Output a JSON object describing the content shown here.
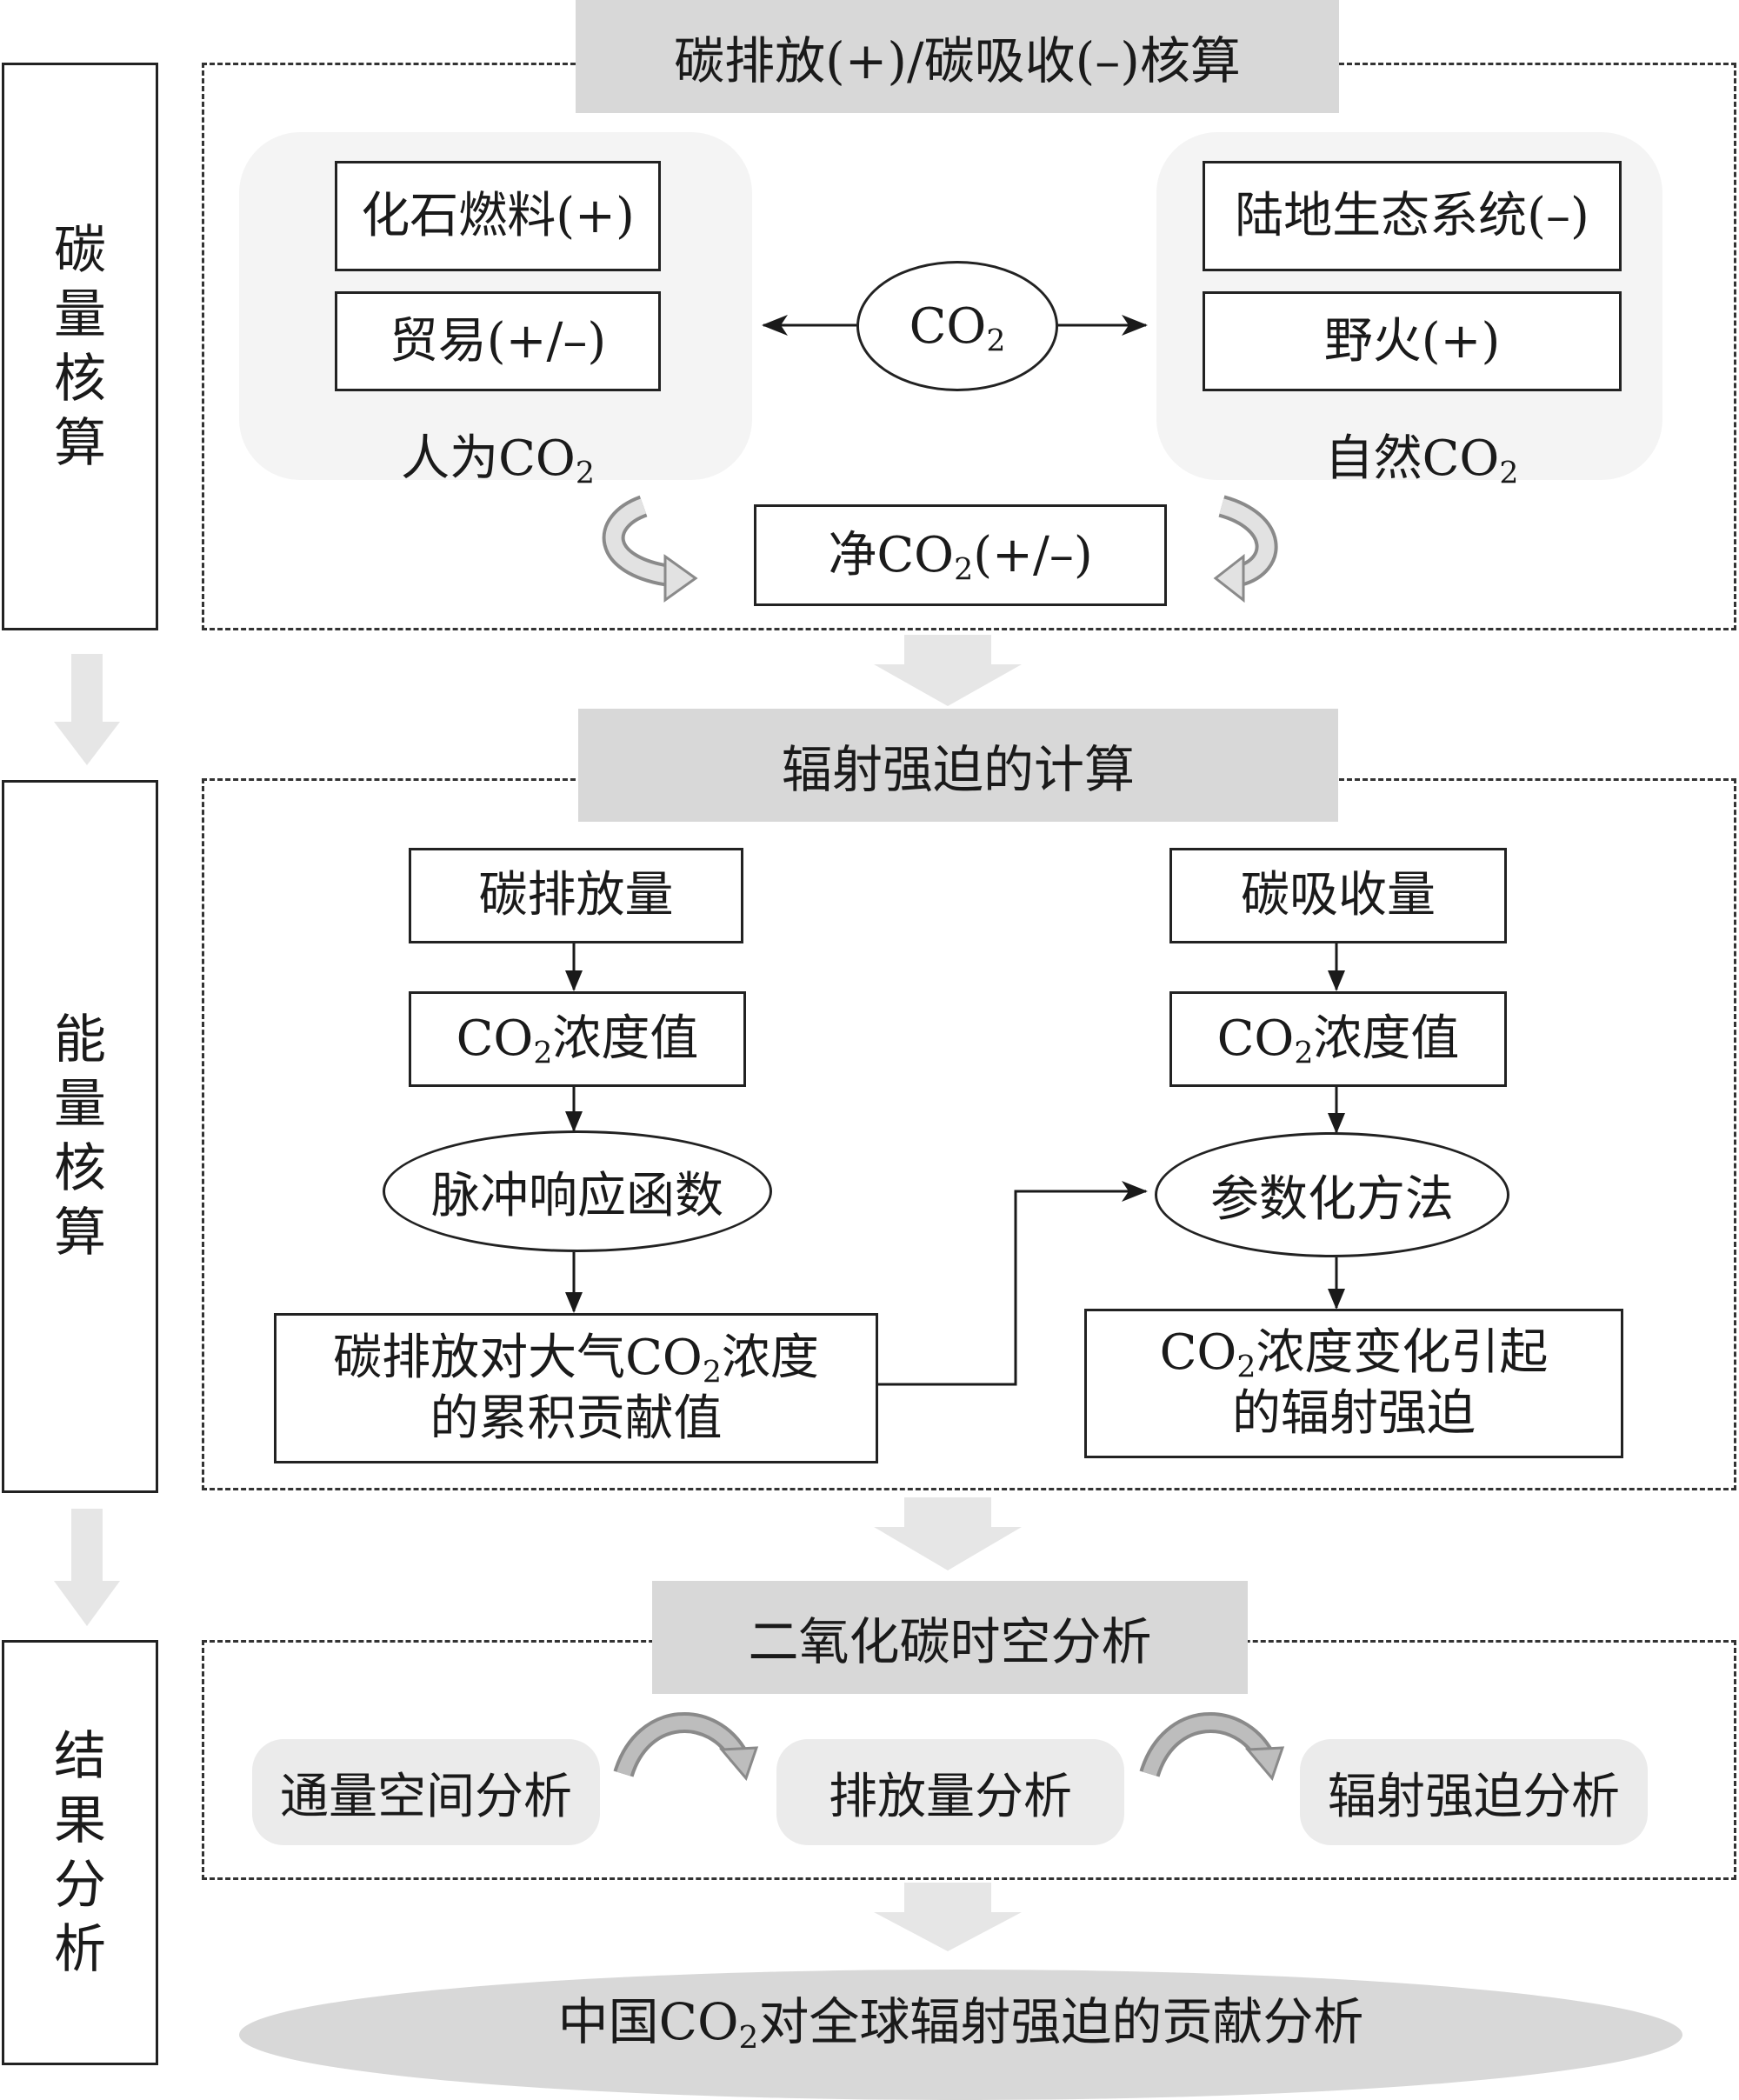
{
  "side_labels": {
    "carbon_accounting": "碳量核算",
    "energy_accounting": "能量核算",
    "result_analysis": "结果分析"
  },
  "section1": {
    "header": "碳排放(+)/碳吸收(–)核算",
    "fossil_fuel": "化石燃料(+)",
    "trade": "贸易(+/–)",
    "anthropogenic": "人为",
    "terrestrial": "陆地生态系统(–)",
    "wildfire": "野火(+)",
    "natural": "自然",
    "co2_center": "CO",
    "net_prefix": "净",
    "net_suffix": "(+/–)",
    "co2": "CO",
    "sub2": "2"
  },
  "section2": {
    "header": "辐射强迫的计算",
    "emission_amount": "碳排放量",
    "absorption_amount": "碳吸收量",
    "concentration_suffix": "浓度值",
    "impulse_response": "脉冲响应函数",
    "parameterization": "参数化方法",
    "cumulative_line1_pre": "碳排放对大气",
    "cumulative_line1_post": "浓度",
    "cumulative_line2": "的累积贡献值",
    "forcing_line1_post": "浓度变化引起",
    "forcing_line2": "的辐射强迫"
  },
  "section3": {
    "header": "二氧化碳时空分析",
    "flux_analysis": "通量空间分析",
    "emission_analysis": "排放量分析",
    "forcing_analysis": "辐射强迫分析"
  },
  "final": {
    "pre": "中国",
    "post": "对全球辐射强迫的贡献分析"
  }
}
